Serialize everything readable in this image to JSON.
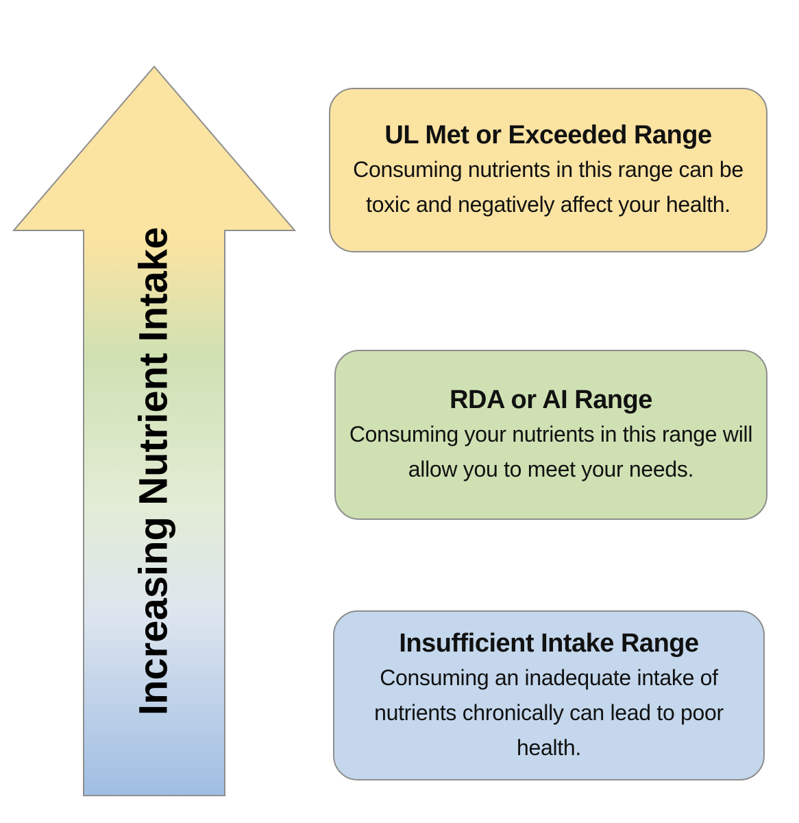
{
  "arrow": {
    "label": "Increasing Nutrient Intake",
    "colors": {
      "top": "#fbe3a2",
      "middle": "#cfe1b3",
      "lower": "#dde5ee",
      "bottom": "#9fbde3",
      "outline": "#8e8e8e"
    }
  },
  "ranges": [
    {
      "title": "UL Met or Exceeded Range",
      "description": "Consuming nutrients in this range can be toxic and negatively affect your health.",
      "color": "#fbe3a2"
    },
    {
      "title": "RDA or AI Range",
      "description": "Consuming your nutrients in this range will allow you to meet your needs.",
      "color": "#cfe1b3"
    },
    {
      "title": "Insufficient Intake Range",
      "description": "Consuming an inadequate intake of nutrients chronically can lead to poor health.",
      "color": "#c4d7ec"
    }
  ]
}
